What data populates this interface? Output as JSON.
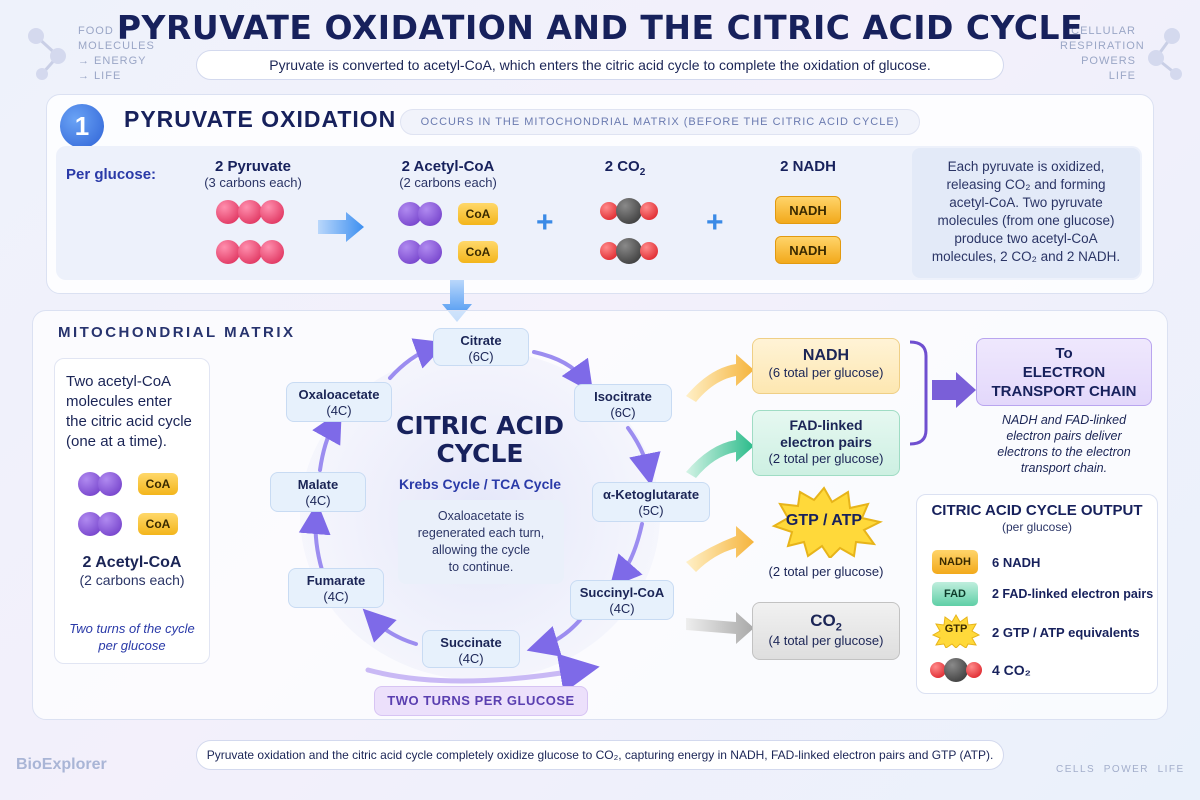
{
  "corner_left": [
    "FOOD",
    "MOLECULES",
    "→ ENERGY",
    "→ LIFE"
  ],
  "corner_right": [
    "CELLULAR",
    "RESPIRATION",
    "POWERS",
    "LIFE"
  ],
  "title": "PYRUVATE OXIDATION AND THE CITRIC ACID CYCLE",
  "subtitle": "Pyruvate is converted to acetyl-CoA, which enters the citric acid cycle to complete the oxidation of glucose.",
  "section1": {
    "number": "1",
    "title": "PYRUVATE OXIDATION",
    "location": "OCCURS IN THE MITOCHONDRIAL MATRIX (BEFORE THE CITRIC ACID CYCLE)",
    "per_glucose": "Per glucose:",
    "pyruvate": {
      "label": "2 Pyruvate",
      "sub": "(3 carbons each)"
    },
    "acetyl": {
      "label": "2 Acetyl-CoA",
      "sub": "(2 carbons each)",
      "tag": "CoA"
    },
    "co2": {
      "label": "2 CO",
      "sub2": "2"
    },
    "nadh": {
      "label": "2 NADH",
      "tag": "NADH"
    },
    "plus": "+",
    "note_lines": [
      "Each pyruvate is oxidized,",
      "releasing CO₂ and forming",
      "acetyl-CoA. Two pyruvate",
      "molecules (from one glucose)",
      "produce two acetyl-CoA",
      "molecules, 2 CO₂ and 2 NADH."
    ]
  },
  "matrix": {
    "title": "MITOCHONDRIAL MATRIX",
    "left_lines": [
      "Two acetyl-CoA",
      "molecules enter",
      "the citric acid cycle",
      "(one at a time)."
    ],
    "coa_tag": "CoA",
    "acetyl_label": "2 Acetyl-CoA",
    "acetyl_sub": "(2 carbons each)",
    "turns_note_lines": [
      "Two turns of the cycle",
      "per glucose"
    ]
  },
  "cycle": {
    "title_lines": [
      "CITRIC ACID",
      "CYCLE"
    ],
    "subtitle": "Krebs Cycle / TCA Cycle",
    "note_lines": [
      "Oxaloacetate is",
      "regenerated each turn,",
      "allowing the cycle",
      "to continue."
    ],
    "steps": [
      {
        "name": "Citrate",
        "carbons": "(6C)"
      },
      {
        "name": "Isocitrate",
        "carbons": "(6C)"
      },
      {
        "name": "α-Ketoglutarate",
        "carbons": "(5C)"
      },
      {
        "name": "Succinyl-CoA",
        "carbons": "(4C)"
      },
      {
        "name": "Succinate",
        "carbons": "(4C)"
      },
      {
        "name": "Fumarate",
        "carbons": "(4C)"
      },
      {
        "name": "Malate",
        "carbons": "(4C)"
      },
      {
        "name": "Oxaloacetate",
        "carbons": "(4C)"
      }
    ],
    "turns_label": "TWO TURNS PER GLUCOSE"
  },
  "outputs": {
    "nadh": {
      "title": "NADH",
      "sub": "(6 total per glucose)"
    },
    "fad": {
      "title_lines": [
        "FAD-linked",
        "electron pairs"
      ],
      "sub": "(2 total per glucose)"
    },
    "gtp": {
      "title": "GTP / ATP",
      "sub": "(2 total per glucose)"
    },
    "co2": {
      "title": "CO",
      "title_sub": "2",
      "sub": "(4 total per glucose)"
    }
  },
  "etc": {
    "title_lines": [
      "To",
      "ELECTRON",
      "TRANSPORT CHAIN"
    ],
    "note_lines": [
      "NADH and FAD-linked",
      "electron pairs deliver",
      "electrons to the electron",
      "transport chain."
    ]
  },
  "summary": {
    "title": "CITRIC ACID CYCLE OUTPUT",
    "sub": "(per glucose)",
    "rows": [
      {
        "tag": "NADH",
        "text": "6 NADH"
      },
      {
        "tag": "FAD",
        "text": "2 FAD-linked electron pairs"
      },
      {
        "tag": "GTP",
        "text": "2 GTP / ATP equivalents"
      },
      {
        "tag": "",
        "text": "4 CO₂"
      }
    ]
  },
  "footer": "Pyruvate oxidation and the citric acid cycle completely oxidize glucose to CO₂, capturing energy in NADH, FAD-linked electron pairs and GTP (ATP).",
  "brand": "BioExplorer",
  "footer_right": "CELLS  POWER  LIFE"
}
